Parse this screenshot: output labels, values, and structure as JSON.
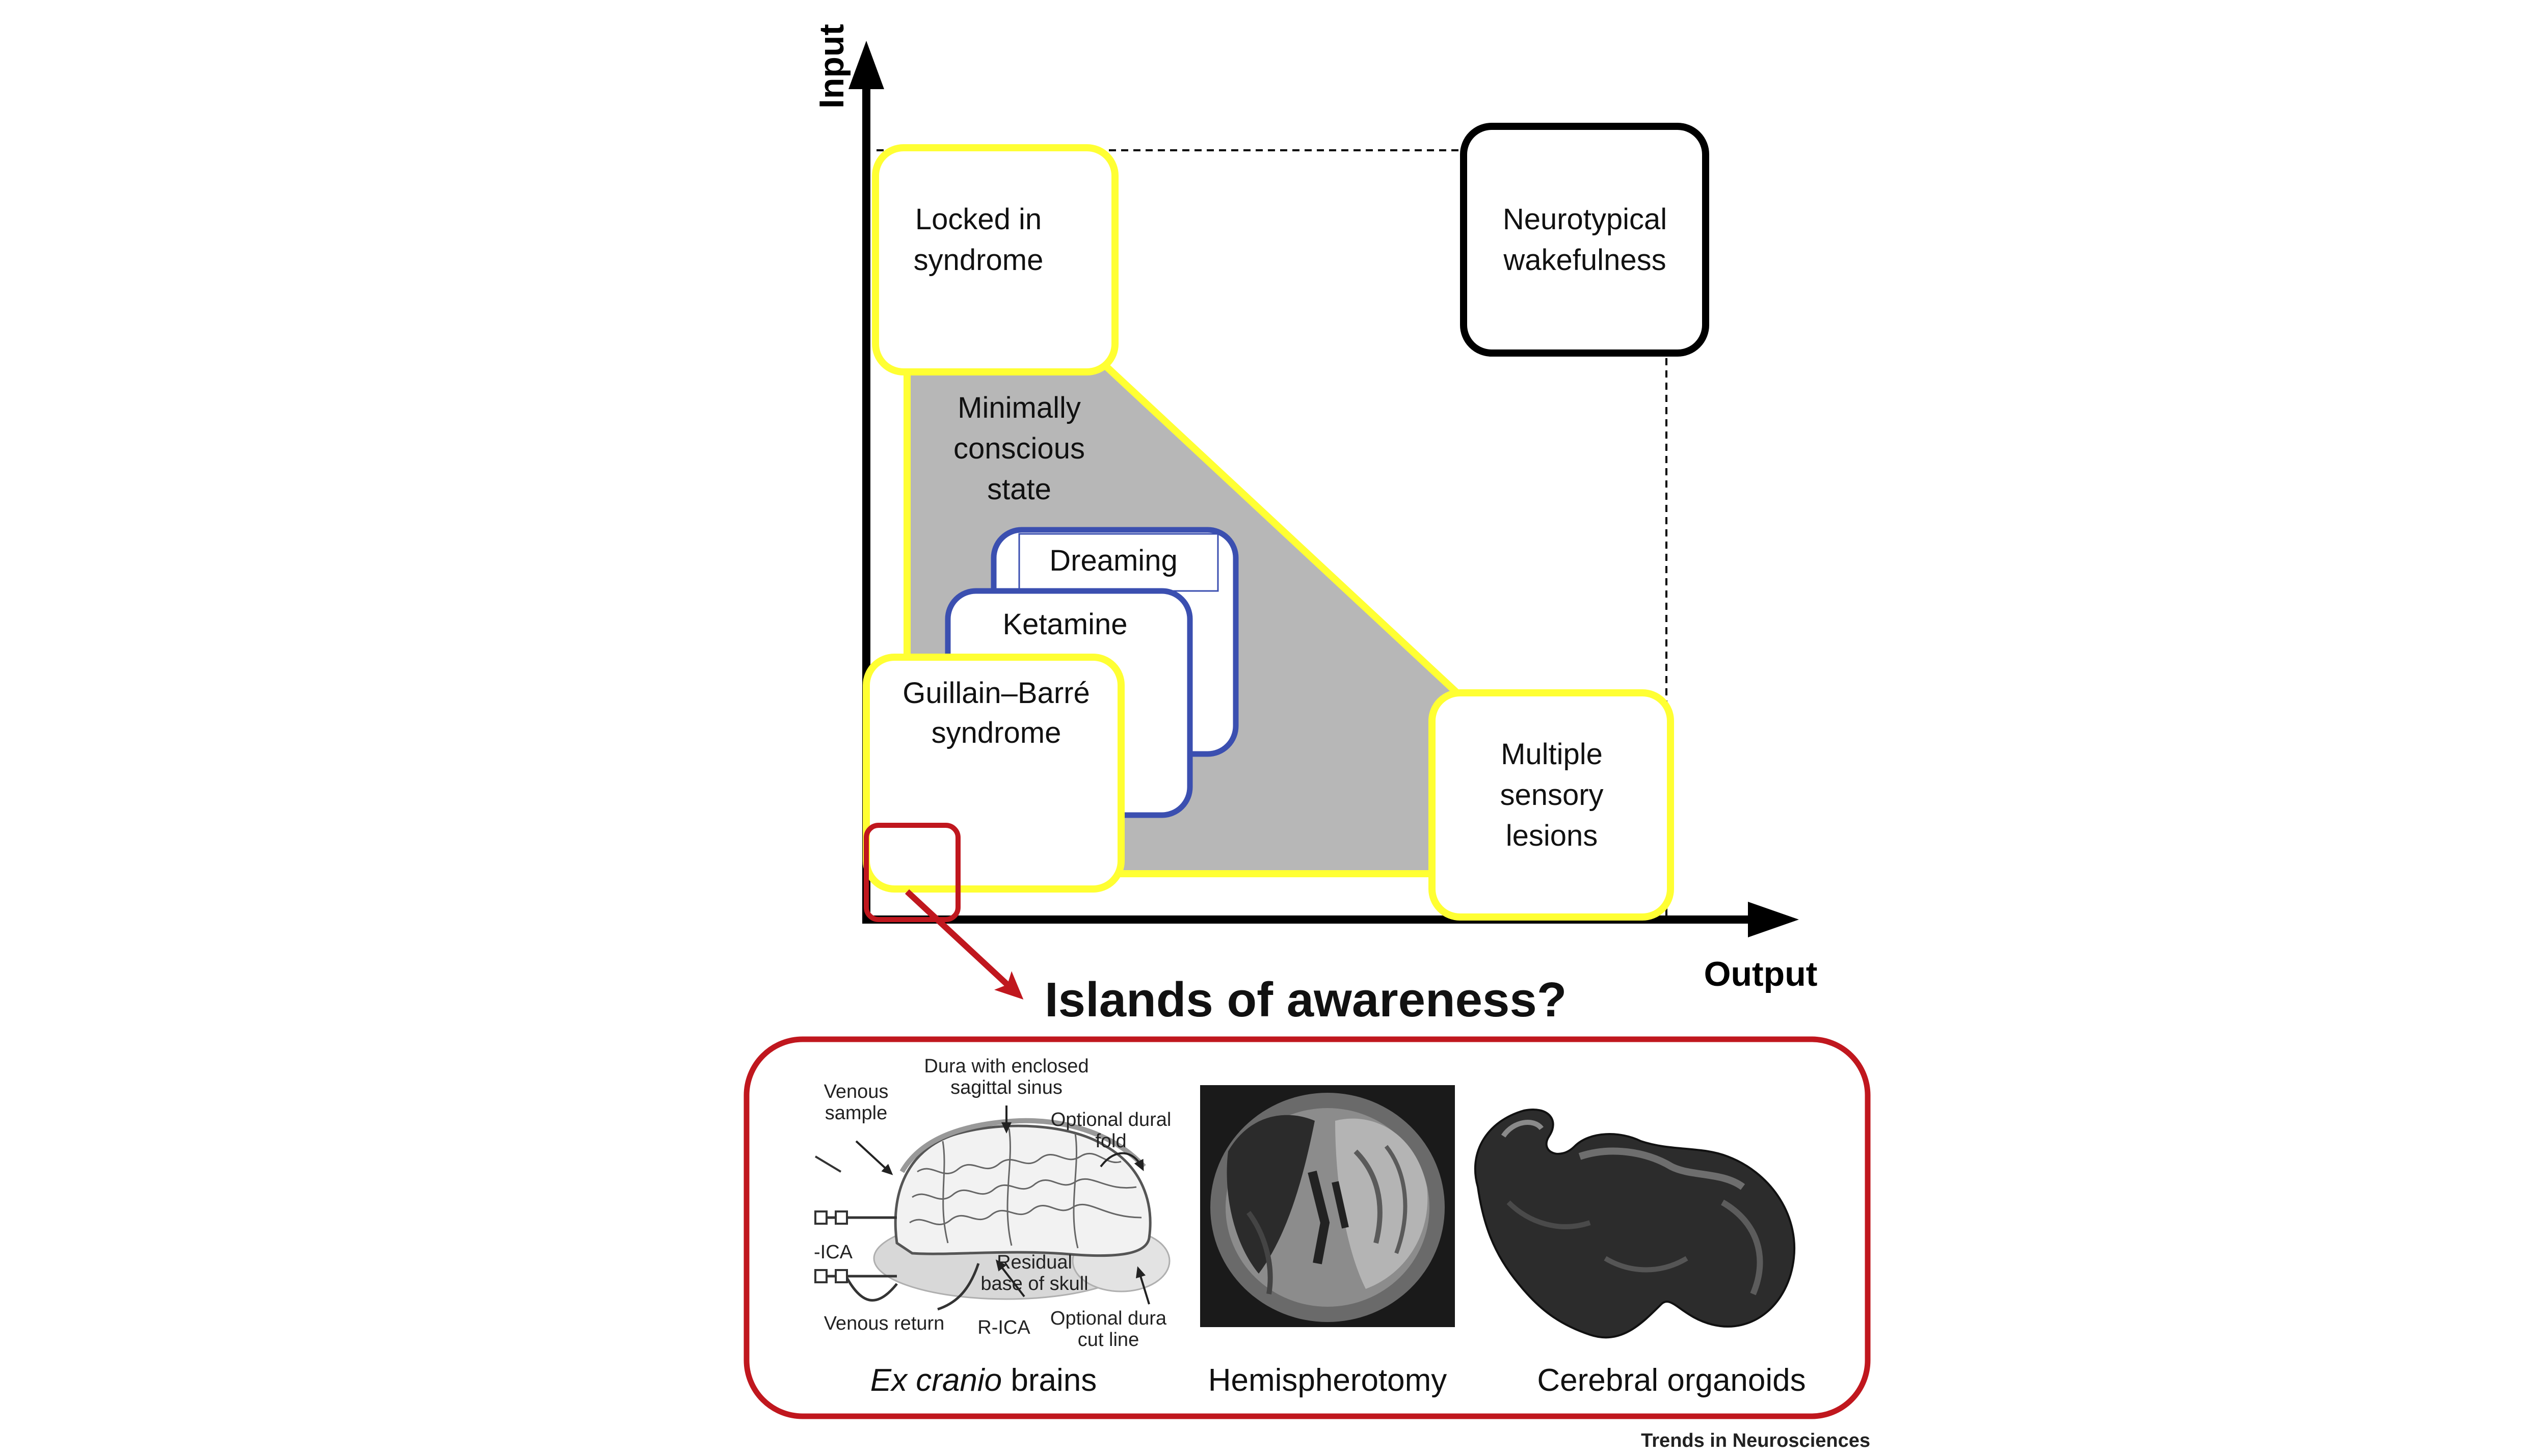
{
  "axes": {
    "y_label": "Input",
    "x_label": "Output"
  },
  "regions": {
    "locked_in": [
      "Locked in",
      "syndrome"
    ],
    "neurotypical": [
      "Neurotypical",
      "wakefulness"
    ],
    "minimally_conscious": [
      "Minimally",
      "conscious",
      "state"
    ],
    "dreaming": "Dreaming",
    "ketamine": "Ketamine",
    "guillain_barre": [
      "Guillain–Barré",
      "syndrome"
    ],
    "multiple_sensory": [
      "Multiple",
      "sensory",
      "lesions"
    ]
  },
  "islands_title": "Islands of awareness?",
  "panels": {
    "ex_cranio": {
      "caption_italic": "Ex cranio",
      "caption_rest": " brains",
      "annotations": {
        "dura_1": "Dura with enclosed",
        "dura_2": "sagittal sinus",
        "venous_sample_1": "Venous",
        "venous_sample_2": "sample",
        "optional_fold_1": "Optional dural",
        "optional_fold_2": "fold",
        "lica": "-ICA",
        "residual_1": "Residual",
        "residual_2": "base of skull",
        "venous_return": "Venous return",
        "rica": "R-ICA",
        "cut_1": "Optional dura",
        "cut_2": "cut line"
      }
    },
    "hemispherotomy": {
      "caption": "Hemispherotomy"
    },
    "organoids": {
      "caption": "Cerebral organoids"
    }
  },
  "credit": "Trends in Neurosciences",
  "colors": {
    "yellow": "#FFFF33",
    "black": "#000000",
    "blue": "#3B4FB0",
    "red": "#C0171E",
    "gray_fill": "#B7B7B7"
  }
}
